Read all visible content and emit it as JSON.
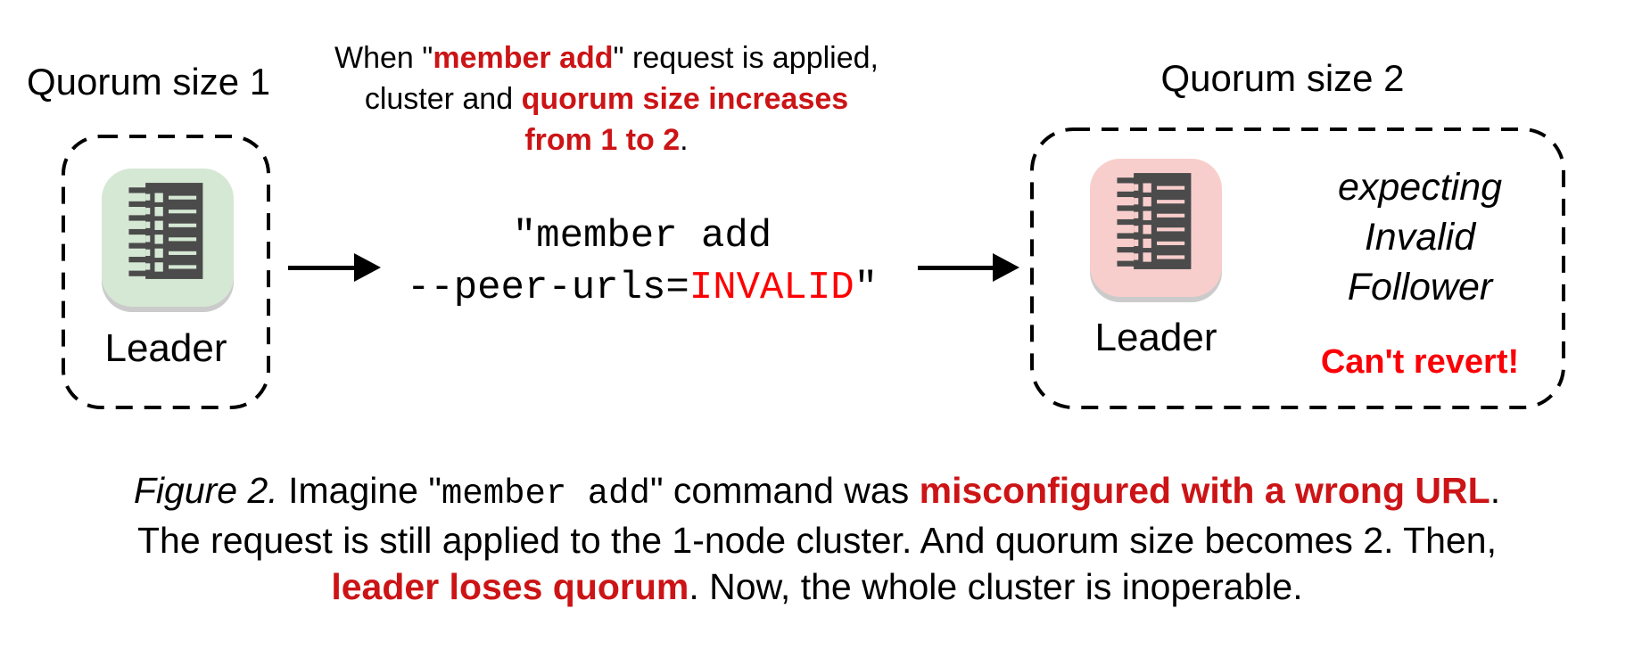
{
  "left_group": {
    "label": "Quorum size 1",
    "node_label": "Leader",
    "icon": "etcd-member-icon",
    "icon_bg": "#d5e8d4"
  },
  "middle": {
    "note": {
      "l1_pre": "When \"",
      "l1_red": "member add",
      "l1_post": "\" request is applied,",
      "l2_pre": "cluster and ",
      "l2_red": "quorum size increases",
      "l3_red": "from 1 to 2",
      "l3_post": "."
    },
    "command": {
      "line1": "\"member add",
      "line2_pre": "--peer-urls=",
      "line2_red": "INVALID",
      "line2_post": "\""
    }
  },
  "right_group": {
    "label": "Quorum size 2",
    "node_label": "Leader",
    "icon": "etcd-member-icon",
    "icon_bg": "#f8cecc",
    "expecting_line1": "expecting",
    "expecting_line2": "Invalid",
    "expecting_line3": "Follower",
    "warning": "Can't revert!"
  },
  "caption": {
    "figure_label": "Figure 2.",
    "l1_pre": " Imagine \"",
    "l1_code": "member add",
    "l1_mid": "\" command was ",
    "l1_red": "misconfigured with a wrong URL",
    "l1_end": ".",
    "l2": "The request is still applied to the 1-node cluster. And quorum size becomes 2. Then,",
    "l3_red": "leader loses quorum",
    "l3_end": ". Now, the whole cluster is inoperable."
  },
  "colors": {
    "red_dark": "#cc1416",
    "red_bright": "#ff0000",
    "icon_glyph": "#4b4b4b",
    "green_icon_bg": "#d5e8d4",
    "pink_icon_bg": "#f8cecc",
    "outline": "#000000"
  }
}
